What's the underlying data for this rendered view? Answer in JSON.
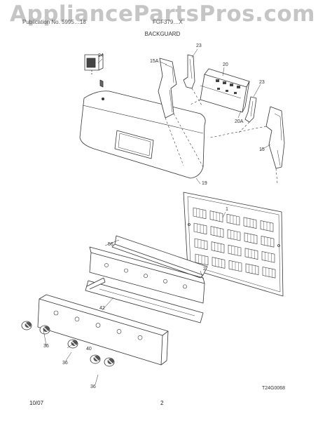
{
  "watermark": "AppliancePartsPros.com",
  "header": {
    "left": "Publication No. 5995…18",
    "right": "FGF379…X",
    "section_title": "BACKGUARD"
  },
  "callouts": {
    "c24": "24",
    "c15a": "15A",
    "c23a": "23",
    "c20": "20",
    "c23b": "23",
    "c20a": "20A",
    "c15": "15",
    "c19": "19",
    "c1": "1",
    "c56": "56",
    "c2": "2",
    "c42": "42",
    "c36a": "36",
    "c40": "40",
    "c36b": "36",
    "c36c": "36"
  },
  "diagram_code": "T24G0068",
  "footer": {
    "date": "10/07",
    "page": "2"
  }
}
